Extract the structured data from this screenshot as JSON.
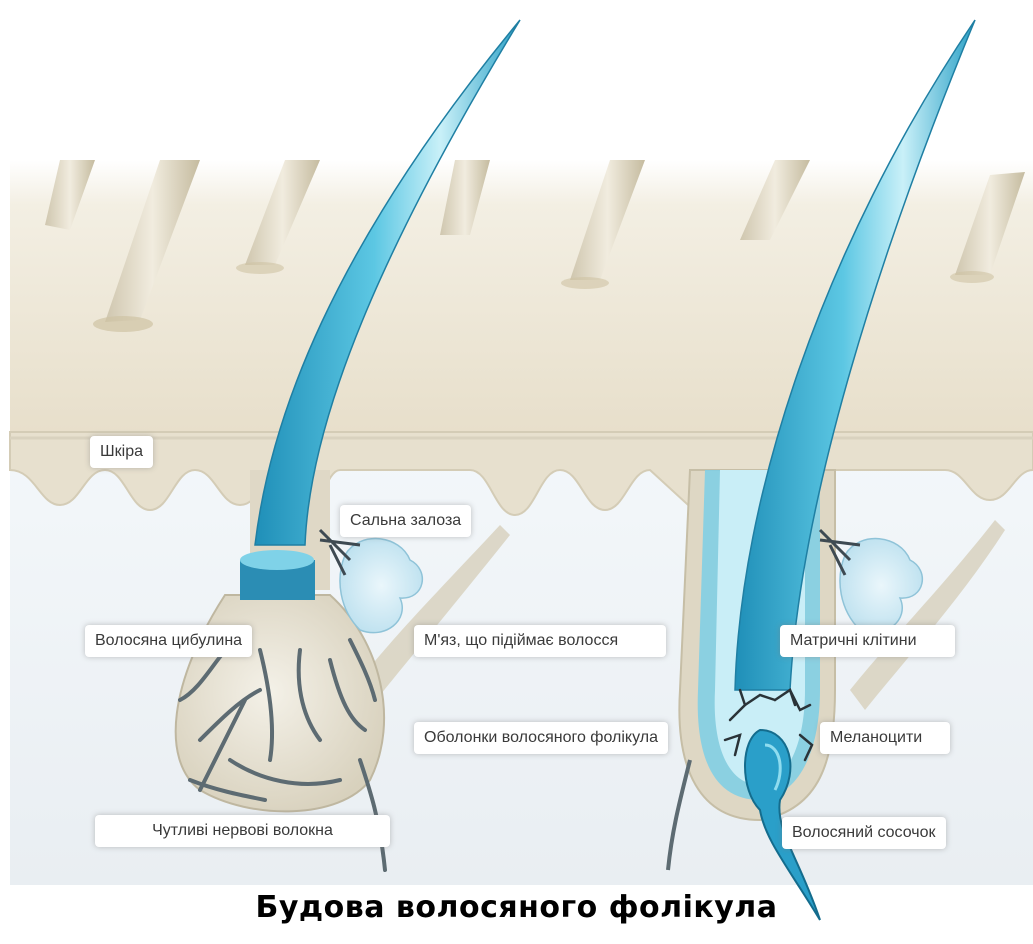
{
  "diagram": {
    "labels": {
      "skin": "Шкіра",
      "sebaceous_gland": "Сальна залоза",
      "hair_bulb": "Волосяна цибулина",
      "arrector_muscle": "М'яз, що підіймає волосся",
      "matrix_cells": "Матричні клітини",
      "follicle_sheaths": "Оболонки волосяного фолікула",
      "melanocytes": "Меланоцити",
      "nerve_fibers": "Чутливі нервові волокна",
      "dermal_papilla": "Волосяний сосочок"
    },
    "caption": "Будова волосяного фолікула",
    "colors": {
      "hair_blue": "#36b3d6",
      "hair_light": "#b6e8f4",
      "skin_beige": "#e9e2d0",
      "dermis": "#eef3f7",
      "nerve": "#5d6b72"
    }
  }
}
